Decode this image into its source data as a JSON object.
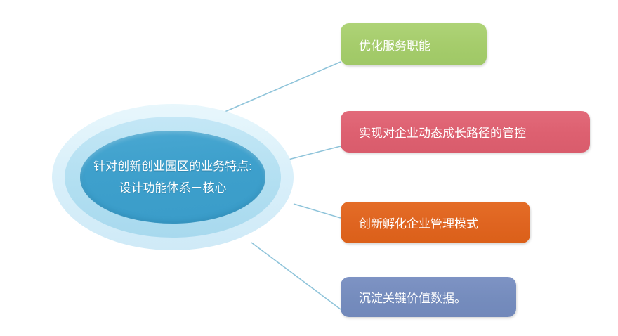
{
  "diagram": {
    "type": "radial-mindmap",
    "hub": {
      "line1": "针对创新创业园区的业务特点:",
      "line2": "设计功能体系－核心",
      "core_color": "#3fa0cc",
      "ring_mid_color": "#b2dff1",
      "ring_outer_color": "#daf0fa"
    },
    "connector_color": "#8fc4da",
    "nodes": [
      {
        "label": "优化服务职能",
        "color": "#a5cc6b"
      },
      {
        "label": "实现对企业动态成长路径的管控",
        "color": "#dd6070"
      },
      {
        "label": "创新孵化企业管理模式",
        "color": "#df6420"
      },
      {
        "label": "沉淀关键价值数据。",
        "color": "#758cbd"
      }
    ]
  }
}
